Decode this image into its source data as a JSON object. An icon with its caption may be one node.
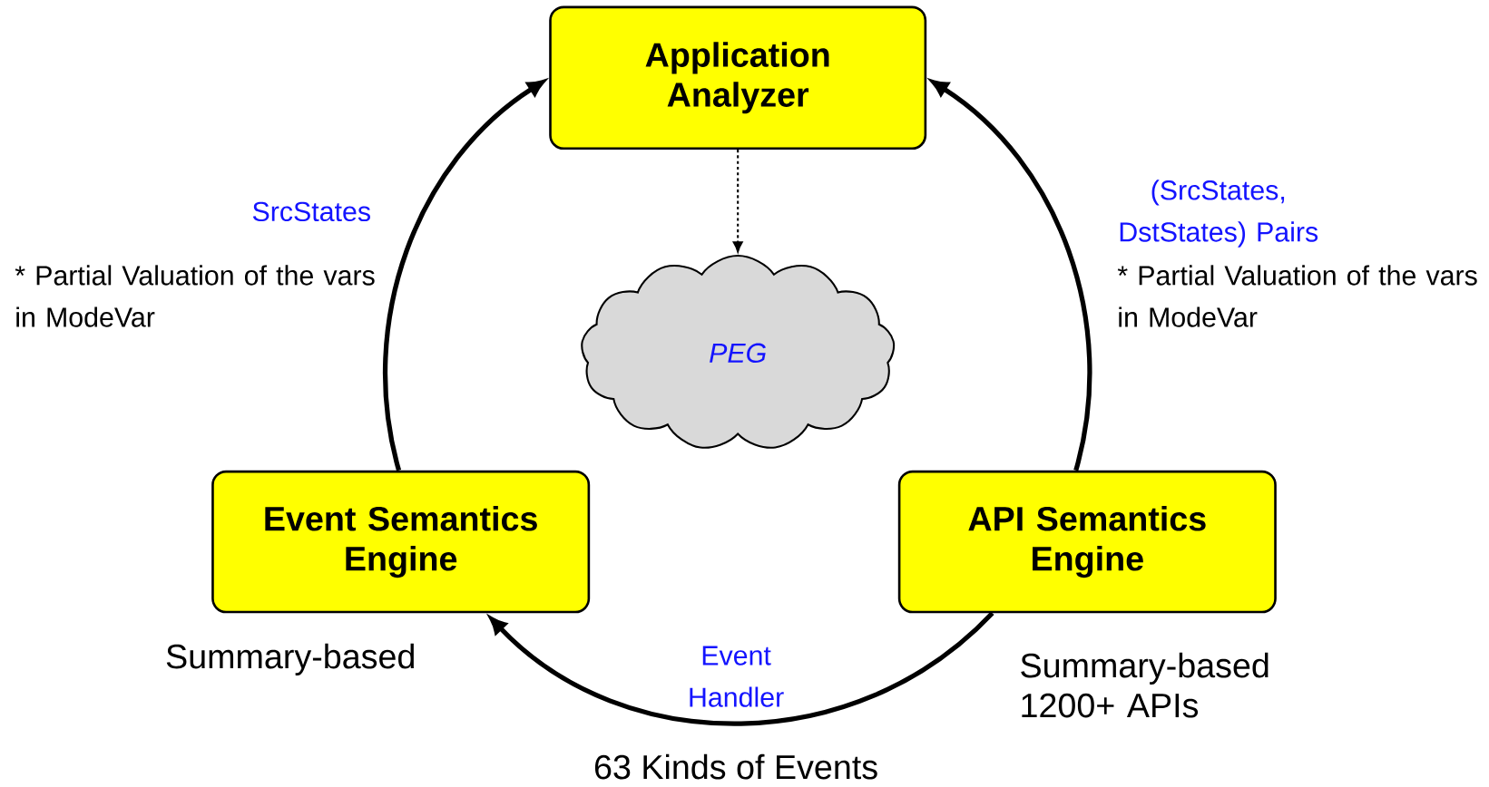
{
  "diagram": {
    "nodes": [
      {
        "text": [
          "Application Analyzer"
        ]
      },
      {
        "text": [
          "*PEG*"
        ]
      },
      {
        "text": [
          "Event Semantics Engine"
        ],
        "beside": [
          "Summary-based"
        ]
      },
      {
        "text": [
          "API Semantics Engine"
        ],
        "beside": [
          "Summary-based 1200+ APIs"
        ]
      }
    ],
    "edges": [
      {
        "from": 0,
        "to": 1,
        "arrow": "to",
        "style": "dashed"
      },
      {
        "from": 2,
        "to": 0,
        "arrow": "to",
        "label": "SrcStates"
      },
      {
        "from": 3,
        "to": 0,
        "arrow": "to",
        "label": "(SrcStates, DstStates) Pairs"
      },
      {
        "from": 3,
        "to": 2,
        "arrow": "to",
        "label": "Event Handler"
      }
    ],
    "labels": [
      "* Partial Valuation of the vars in ModeVar",
      "* Partial Valuation of the vars in ModeVar",
      "63 Kinds of Events"
    ]
  }
}
